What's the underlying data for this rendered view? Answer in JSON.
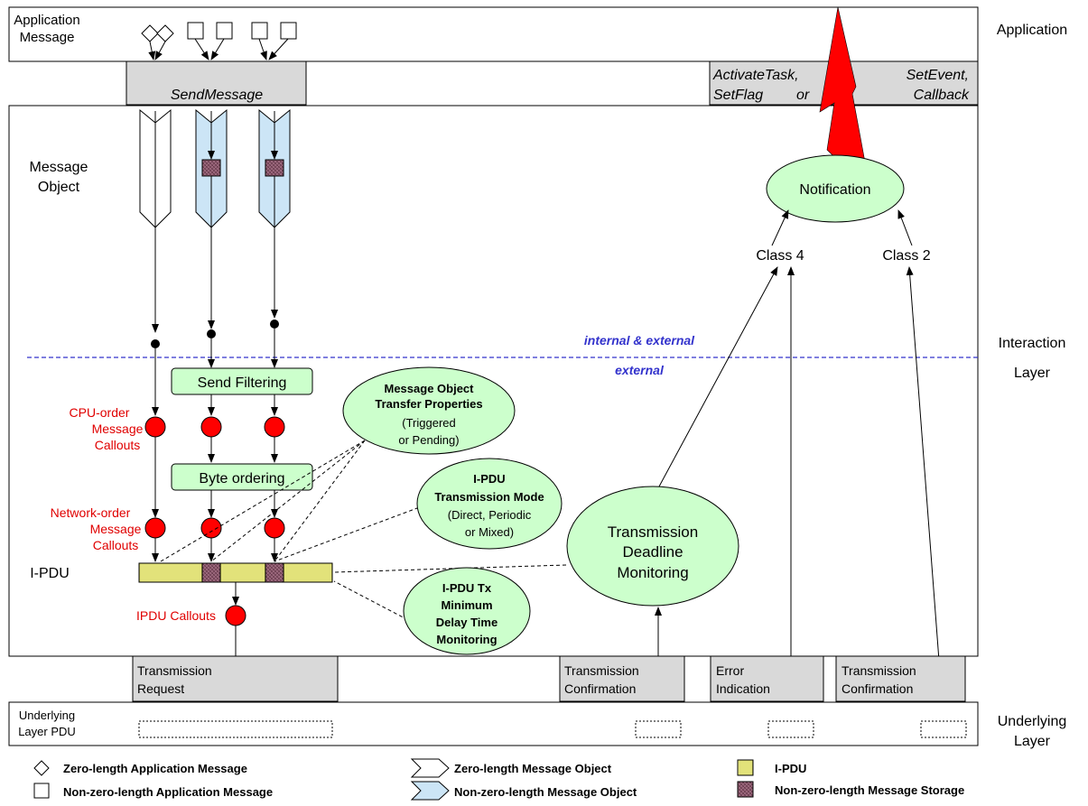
{
  "layers": {
    "application": "Application",
    "interaction_1": "Interaction",
    "interaction_2": "Layer",
    "underlying_1": "Underlying",
    "underlying_2": "Layer"
  },
  "left_labels": {
    "application_message_1": "Application",
    "application_message_2": "Message",
    "message_object_1": "Message",
    "message_object_2": "Object",
    "ipdu": "I-PDU",
    "underlying_pdu_1": "Underlying",
    "underlying_pdu_2": "Layer PDU"
  },
  "api": {
    "send_message": "SendMessage",
    "notify_1a": "ActivateTask,",
    "notify_1b": "SetEvent,",
    "notify_2a": "SetFlag",
    "notify_2b": "or",
    "notify_2c": "Callback"
  },
  "dashed_line": {
    "internal_external": "internal & external",
    "external": "external"
  },
  "boxes": {
    "send_filtering": "Send Filtering",
    "byte_ordering": "Byte ordering"
  },
  "callouts": {
    "cpu_order_1": "CPU-order",
    "cpu_order_2": "Message",
    "cpu_order_3": "Callouts",
    "network_order_1": "Network-order",
    "network_order_2": "Message",
    "network_order_3": "Callouts",
    "ipdu": "IPDU Callouts"
  },
  "ellipses": {
    "notification": "Notification",
    "mo_transfer_1": "Message Object",
    "mo_transfer_2": "Transfer Properties",
    "mo_transfer_3": "(Triggered",
    "mo_transfer_4": "or Pending)",
    "ipdu_mode_1": "I-PDU",
    "ipdu_mode_2": "Transmission Mode",
    "ipdu_mode_3": "(Direct, Periodic",
    "ipdu_mode_4": "or Mixed)",
    "deadline_1": "Transmission",
    "deadline_2": "Deadline",
    "deadline_3": "Monitoring",
    "min_delay_1": "I-PDU Tx",
    "min_delay_2": "Minimum",
    "min_delay_3": "Delay Time",
    "min_delay_4": "Monitoring"
  },
  "classes": {
    "class4": "Class 4",
    "class2": "Class 2"
  },
  "bottom_interfaces": {
    "tx_request_1": "Transmission",
    "tx_request_2": "Request",
    "tx_confirm_1": "Transmission",
    "tx_confirm_2": "Confirmation",
    "error_1": "Error",
    "error_2": "Indication",
    "tx_confirm2_1": "Transmission",
    "tx_confirm2_2": "Confirmation"
  },
  "legend": {
    "zero_app": "Zero-length Application Message",
    "nonzero_app": "Non-zero-length Application Message",
    "zero_mo": "Zero-length Message Object",
    "nonzero_mo": "Non-zero-length Message Object",
    "ipdu": "I-PDU",
    "storage": "Non-zero-length Message Storage"
  },
  "colors": {
    "green_fill": "#ccffcc",
    "blue_fill": "#cce5f6",
    "red": "#ff0000",
    "ipdu_yellow": "#ffff99",
    "storage": "#8c5a6e",
    "gray_band": "#d9d9d9",
    "dashed_blue": "#3333cc",
    "label_red": "#e00000"
  }
}
